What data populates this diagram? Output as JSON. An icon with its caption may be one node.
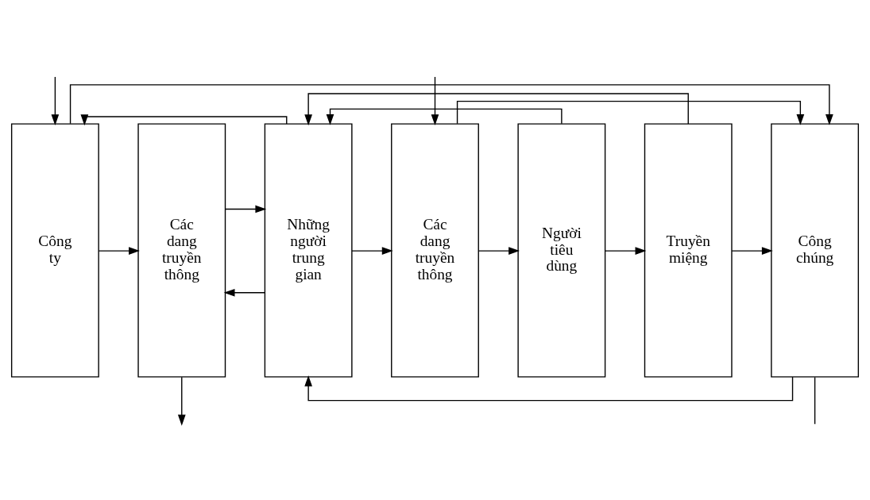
{
  "diagram": {
    "nodes": [
      {
        "text": [
          "Công ty"
        ]
      },
      {
        "text": [
          "Các dang truyền thông"
        ]
      },
      {
        "text": [
          "Những người trung gian"
        ]
      },
      {
        "text": [
          "Các dang truyền thông"
        ]
      },
      {
        "text": [
          "Người tiêu dùng"
        ]
      },
      {
        "text": [
          "Truyền miệng"
        ]
      },
      {
        "text": [
          "Công chúng"
        ]
      }
    ],
    "edges": [
      {
        "from": 0,
        "to": 1,
        "arrow": "to"
      },
      {
        "from": 1,
        "to": 2,
        "arrow": "to"
      },
      {
        "from": 2,
        "to": 3,
        "arrow": "to"
      },
      {
        "from": 3,
        "to": 4,
        "arrow": "to"
      },
      {
        "from": 4,
        "to": 5,
        "arrow": "to"
      },
      {
        "from": 5,
        "to": 6,
        "arrow": "to"
      },
      {
        "from": 0,
        "to": 6,
        "arrow": "to"
      },
      {
        "from": 1,
        "to": null,
        "arrow": "to"
      },
      {
        "from": 3,
        "to": 6,
        "arrow": "to"
      },
      {
        "from": 2,
        "to": 0,
        "arrow": "to"
      },
      {
        "from": 2,
        "to": 1,
        "arrow": "to"
      },
      {
        "from": null,
        "to": 0,
        "arrow": "to"
      },
      {
        "from": 4,
        "to": 2,
        "arrow": "to"
      },
      {
        "from": 5,
        "to": 2,
        "arrow": "to"
      },
      {
        "from": 6,
        "to": 2,
        "arrow": "to"
      },
      {
        "from": null,
        "to": 3,
        "arrow": "to"
      },
      {
        "from": 6,
        "to": null,
        "arrow": "none"
      }
    ]
  }
}
